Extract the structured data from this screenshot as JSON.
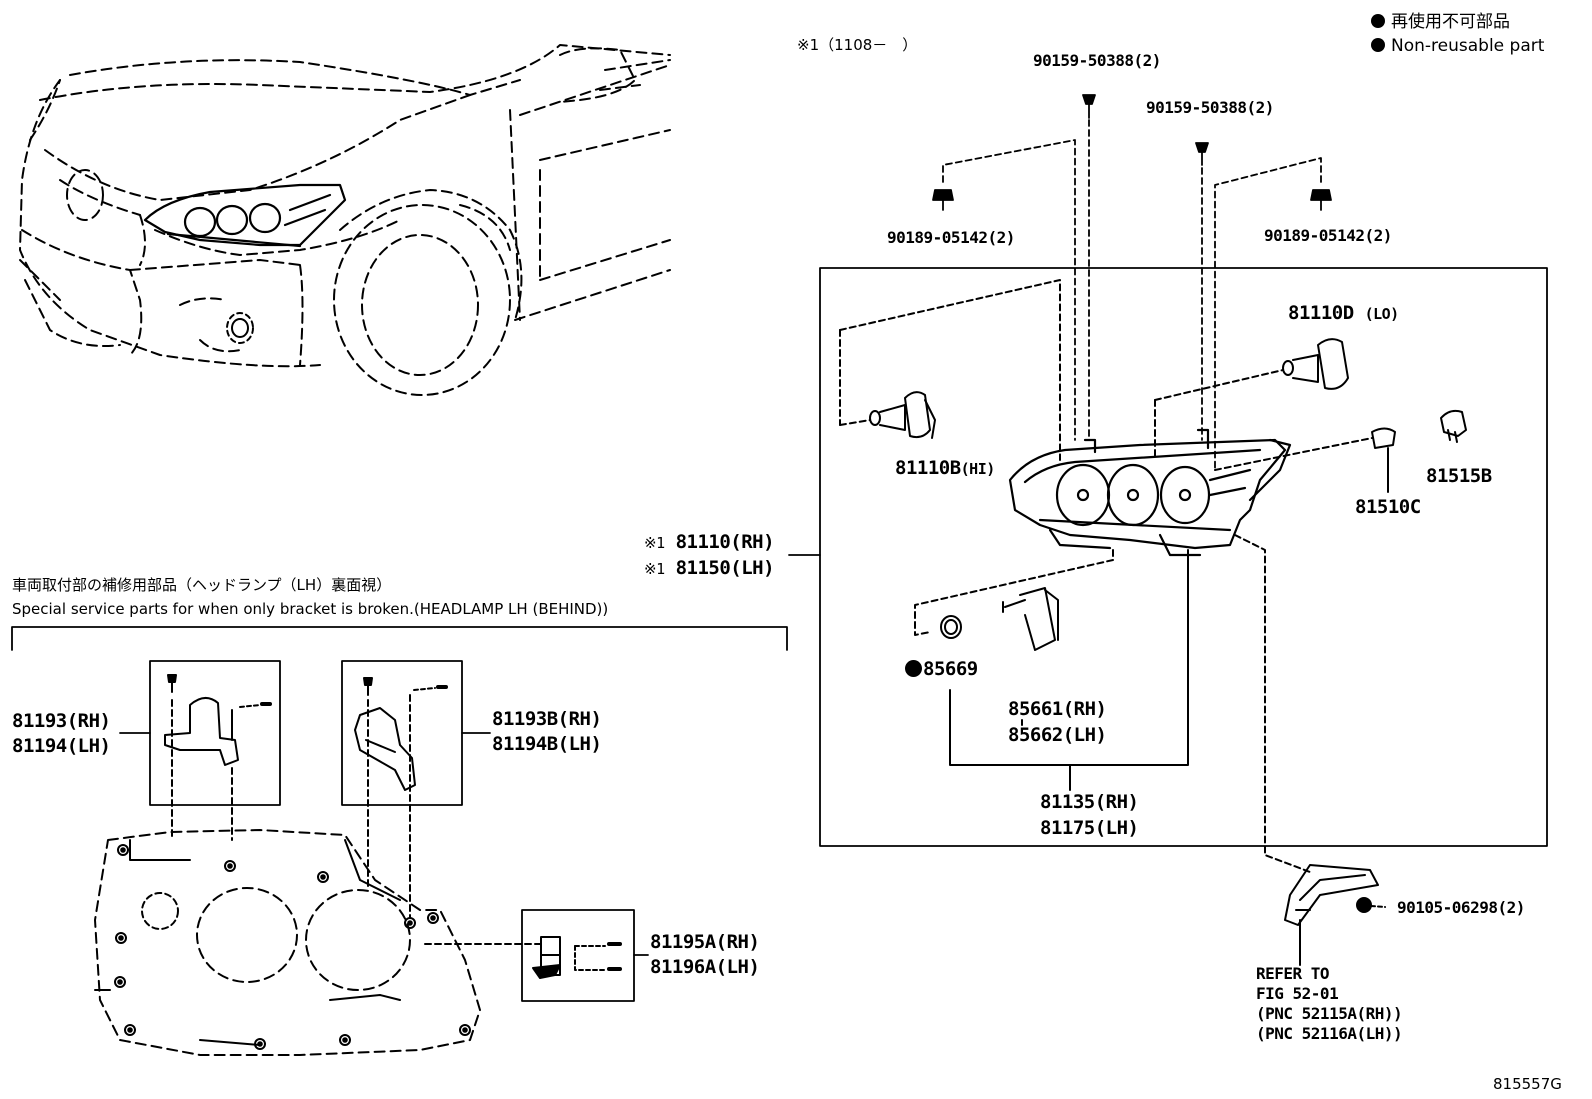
{
  "legend": {
    "jp": "再使用不可部品",
    "en": "Non-reusable part"
  },
  "note_top": "※1（1108－　）",
  "service_section": {
    "jp": "車両取付部の補修用部品（ヘッドランプ（LH）裏面視）",
    "en": "Special service parts for when only bracket is broken.(HEADLAMP LH (BEHIND))"
  },
  "labels": {
    "bolt_a1": "90159-50388(2)",
    "bolt_a2": "90159-50388(2)",
    "nut_l": "90189-05142(2)",
    "nut_r": "90189-05142(2)",
    "bulb_lo": "81110D",
    "bulb_lo_suffix": "(LO)",
    "bulb_hi": "81110B",
    "bulb_hi_suffix": "(HI)",
    "socket": "81515B",
    "bulb_small": "81510C",
    "lamp_rh": "81110(RH)",
    "lamp_lh": "81150(LH)",
    "lamp_mark": "※1",
    "oring": "85669",
    "actuator_rh": "85661(RH)",
    "actuator_lh": "85662(LH)",
    "leveling_rh": "81135(RH)",
    "leveling_lh": "81175(LH)",
    "screw_right": "90105-06298(2)",
    "refer_1": "REFER TO",
    "refer_2": "FIG 52-01",
    "refer_3": "(PNC 52115A(RH))",
    "refer_4": "(PNC 52116A(LH))",
    "bracket_a_rh": "81193(RH)",
    "bracket_a_lh": "81194(LH)",
    "bracket_b_rh": "81193B(RH)",
    "bracket_b_lh": "81194B(LH)",
    "bracket_c_rh": "81195A(RH)",
    "bracket_c_lh": "81196A(LH)"
  },
  "figure_id": "815557G"
}
